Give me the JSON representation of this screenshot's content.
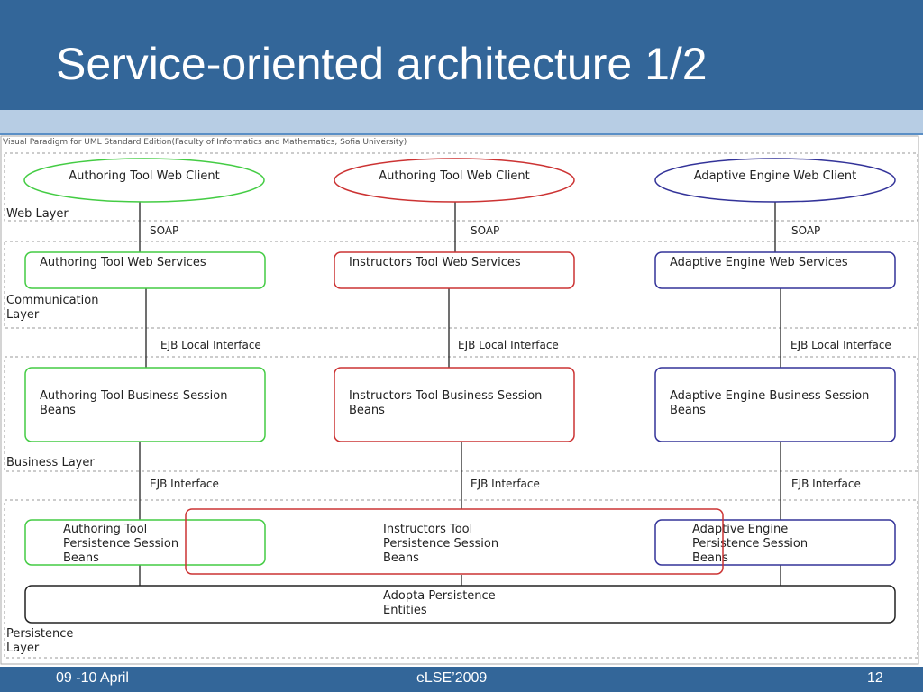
{
  "slide": {
    "title": "Service-oriented architecture 1/2"
  },
  "footer": {
    "left": "09 -10 April",
    "center": "eLSE’2009",
    "right": "12"
  },
  "colors": {
    "header": "#336699",
    "band": "#b7cde4",
    "green": "#44cc44",
    "red": "#cc3333",
    "blue": "#333399"
  },
  "diagram": {
    "watermark": "Visual Paradigm for UML Standard Edition(Faculty of Informatics and Mathematics, Sofia University)",
    "layers": {
      "web": "Web Layer",
      "communication": [
        "Communication",
        "Layer"
      ],
      "business": "Business Layer",
      "persistence": [
        "Persistence",
        "Layer"
      ]
    },
    "connectors": {
      "soap": "SOAP",
      "ejb_local": "EJB Local Interface",
      "ejb": "EJB Interface"
    },
    "web_clients": [
      "Authoring Tool Web Client",
      "Authoring Tool Web Client",
      "Adaptive Engine Web Client"
    ],
    "web_services": [
      "Authoring Tool Web Services",
      "Instructors Tool Web Services",
      "Adaptive Engine Web Services"
    ],
    "business_beans": [
      [
        "Authoring Tool Business Session",
        "Beans"
      ],
      [
        "Instructors Tool Business Session",
        "Beans"
      ],
      [
        "Adaptive Engine Business Session",
        "Beans"
      ]
    ],
    "persistence_beans": [
      [
        "Authoring Tool",
        "Persistence Session",
        "Beans"
      ],
      [
        "Instructors Tool",
        "Persistence Session",
        "Beans"
      ],
      [
        "Adaptive Engine",
        "Persistence Session",
        "Beans"
      ]
    ],
    "entities": [
      "Adopta Persistence",
      "Entities"
    ]
  }
}
